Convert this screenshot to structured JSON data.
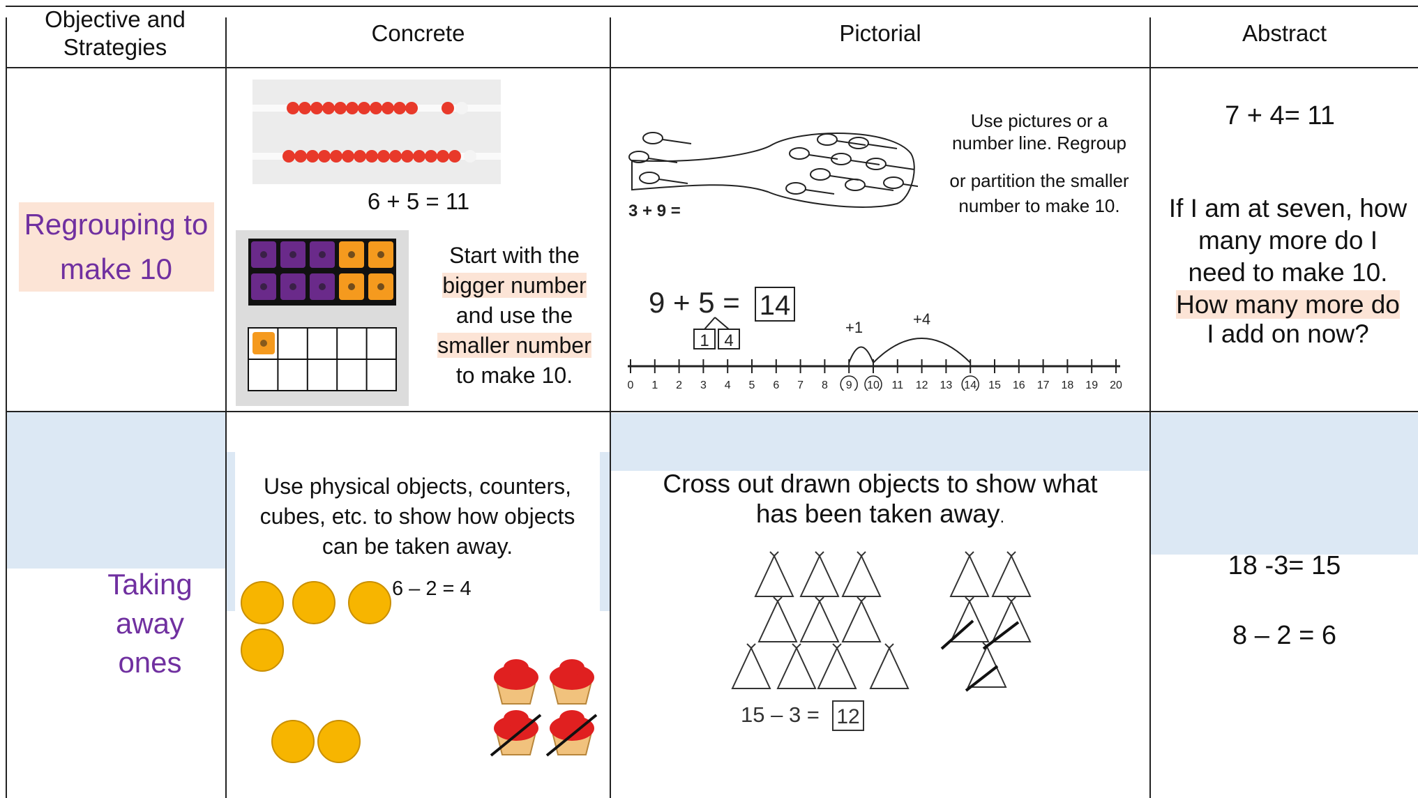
{
  "headers": {
    "objective": "Objective and Strategies",
    "concrete": "Concrete",
    "pictorial": "Pictorial",
    "abstract": "Abstract"
  },
  "row1": {
    "objective": "Regrouping to make 10",
    "concrete": {
      "bead_sum": "6 + 5 = 11",
      "start_with": "Start with the",
      "bigger": "bigger number",
      "and_use": "and use the",
      "smaller": "smaller number",
      "to_make": "to make 10."
    },
    "pictorial": {
      "hint_1": "Use pictures or a",
      "hint_2": "number line. Regroup",
      "hint_3": "or partition the smaller",
      "hint_4": "number to make 10.",
      "bubble_sum": "3 + 9 =",
      "nl_left": "9 + 5 =",
      "nl_answer": "14",
      "nl_box_1": "1",
      "nl_box_2": "4",
      "jump_1": "+1",
      "jump_2": "+4",
      "ticks": [
        "0",
        "1",
        "2",
        "3",
        "4",
        "5",
        "6",
        "7",
        "8",
        "9",
        "10",
        "11",
        "12",
        "13",
        "14",
        "15",
        "16",
        "17",
        "18",
        "19",
        "20"
      ]
    },
    "abstract": {
      "equation": "7 + 4= 11",
      "q_1": "If I am at seven, how",
      "q_2": "many more do I",
      "q_3": "need to make 10.",
      "q_4": "How many more do",
      "q_5": "I add on now?"
    }
  },
  "row2": {
    "objective": "Taking away ones",
    "concrete": {
      "text_1": "Use physical objects, counters,",
      "text_2": "cubes, etc. to show how objects",
      "text_3": "can be taken away.",
      "counter_sum": "6 – 2 = 4"
    },
    "pictorial": {
      "heading_1": "Cross out drawn objects to show what",
      "heading_2": "has been taken away",
      "heading_dot": ".",
      "equation_left": "15 – 3 =",
      "equation_answer": "12"
    },
    "abstract": {
      "eq_1": "18 -3= 15",
      "eq_2": "8 – 2 = 6"
    }
  },
  "colors": {
    "objective_text": "#7030a0",
    "highlight": "#fce4d6",
    "band": "#dce8f4",
    "bead_red": "#e8392a",
    "counter_yellow": "#f7b500",
    "cube_purple": "#6a2a8a",
    "cube_orange": "#f59a1e",
    "cupcake_red": "#e02020"
  }
}
